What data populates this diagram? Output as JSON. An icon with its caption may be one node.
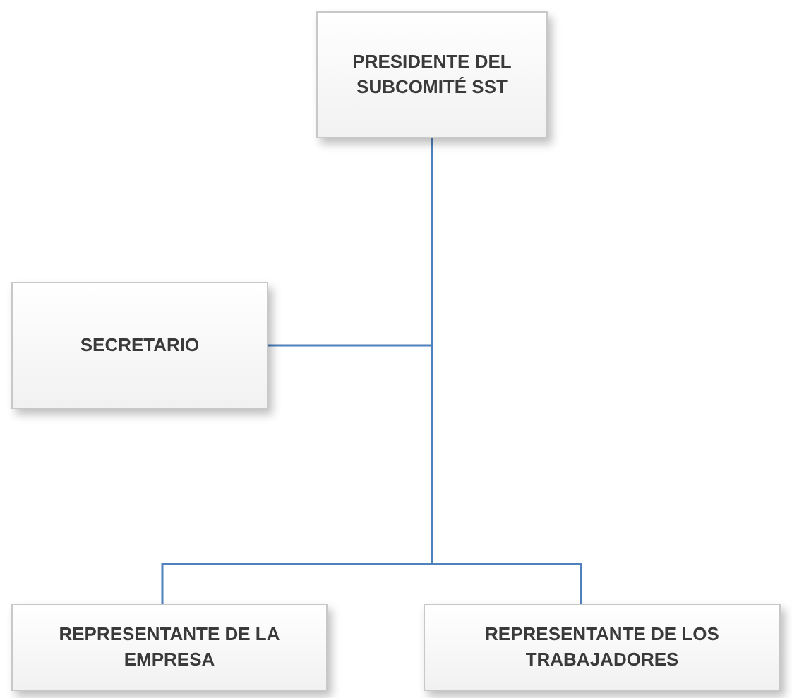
{
  "diagram": {
    "nodes": [
      {
        "text": [
          "PRESIDENTE DEL SUBCOMITÉ SST"
        ]
      },
      {
        "text": [
          "SECRETARIO"
        ]
      },
      {
        "text": [
          "REPRESENTANTE DE LA EMPRESA"
        ]
      },
      {
        "text": [
          "REPRESENTANTE DE LOS TRABAJADORES"
        ]
      }
    ],
    "edges": [
      {
        "from": 0,
        "to": 1,
        "arrow": "none"
      },
      {
        "from": 0,
        "to": 2,
        "arrow": "none"
      },
      {
        "from": 0,
        "to": 3,
        "arrow": "none"
      }
    ]
  }
}
